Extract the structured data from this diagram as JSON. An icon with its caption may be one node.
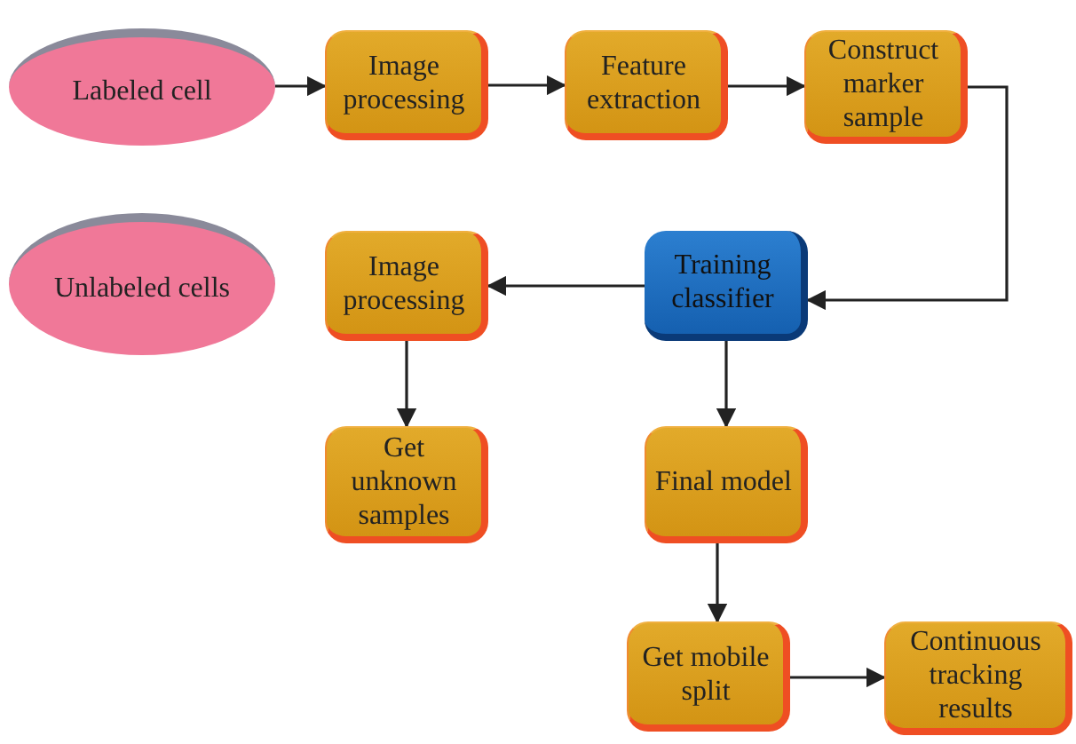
{
  "diagram": {
    "nodes": [
      {
        "text": [
          "Labeled cell"
        ]
      },
      {
        "text": [
          "Image processing"
        ]
      },
      {
        "text": [
          "Feature extraction"
        ]
      },
      {
        "text": [
          "Construct marker sample"
        ]
      },
      {
        "text": [
          "Unlabeled cells"
        ]
      },
      {
        "text": [
          "Image processing"
        ]
      },
      {
        "text": [
          "Training classifier"
        ]
      },
      {
        "text": [
          "Get unknown samples"
        ]
      },
      {
        "text": [
          "Final model"
        ]
      },
      {
        "text": [
          "Get mobile split"
        ]
      },
      {
        "text": [
          "Continuous tracking results"
        ]
      }
    ],
    "edges": [
      {
        "from": 0,
        "to": 1,
        "arrow": "to"
      },
      {
        "from": 1,
        "to": 2,
        "arrow": "to"
      },
      {
        "from": 2,
        "to": 3,
        "arrow": "to"
      },
      {
        "from": 3,
        "to": 6,
        "arrow": "to"
      },
      {
        "from": 6,
        "to": 5,
        "arrow": "to"
      },
      {
        "from": 5,
        "to": 7,
        "arrow": "to"
      },
      {
        "from": 6,
        "to": 8,
        "arrow": "to"
      },
      {
        "from": 8,
        "to": 9,
        "arrow": "to"
      },
      {
        "from": 9,
        "to": 10,
        "arrow": "to"
      }
    ]
  }
}
